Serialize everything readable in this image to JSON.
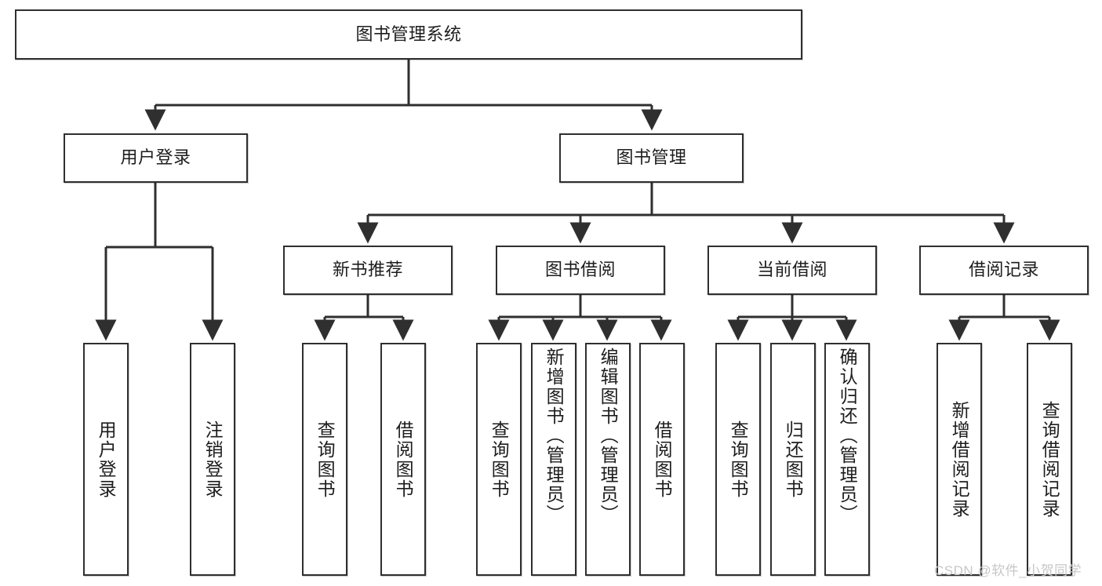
{
  "diagram": {
    "title": "图书管理系统",
    "type": "hierarchy-tree",
    "watermark": "CSDN @软件_小贺同学",
    "colors": {
      "box_border": "#2f2f2f",
      "box_fill": "#ffffff",
      "connector": "#2f2f2f",
      "text": "#1d1d1d",
      "watermark": "#c7c7c7"
    },
    "root": {
      "label": "图书管理系统"
    },
    "level2": [
      {
        "label": "用户登录"
      },
      {
        "label": "图书管理"
      }
    ],
    "level3": [
      {
        "label": "新书推荐"
      },
      {
        "label": "图书借阅"
      },
      {
        "label": "当前借阅"
      },
      {
        "label": "借阅记录"
      }
    ],
    "leaves": {
      "user_login": [
        {
          "label": "用户登录"
        },
        {
          "label": "注销登录"
        }
      ],
      "new_book_recommend": [
        {
          "label": "查询图书"
        },
        {
          "label": "借阅图书"
        }
      ],
      "book_borrow": [
        {
          "label": "查询图书"
        },
        {
          "label": "新增图书（管理员）"
        },
        {
          "label": "编辑图书（管理员）"
        },
        {
          "label": "借阅图书"
        }
      ],
      "current_borrow": [
        {
          "label": "查询图书"
        },
        {
          "label": "归还图书"
        },
        {
          "label": "确认归还（管理员）"
        }
      ],
      "borrow_record": [
        {
          "label": "新增借阅记录"
        },
        {
          "label": "查询借阅记录"
        }
      ]
    }
  }
}
